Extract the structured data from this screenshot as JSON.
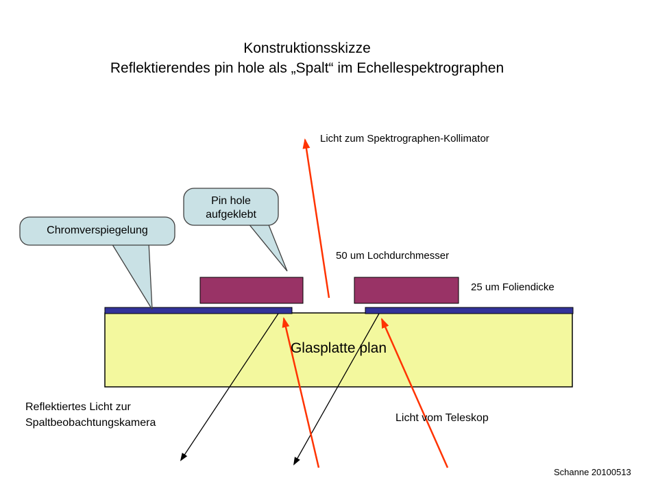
{
  "slide": {
    "title_line1": "Konstruktionsskizze",
    "title_line2": "Reflektierendes pin hole als „Spalt“ im Echellespektrographen",
    "credit": "Schanne 20100513"
  },
  "labels": {
    "collimator": "Licht zum Spektrographen-Kollimator",
    "hole_diameter": "50 um Lochdurchmesser",
    "foil_thickness": "25 um Foliendicke",
    "glass_plate": "Glasplatte plan",
    "reflected_light_line1": "Reflektiertes Licht zur",
    "reflected_light_line2": "Spaltbeobachtungskamera",
    "telescope_light": "Licht vom Teleskop"
  },
  "callouts": {
    "chrome_mirror": "Chromverspiegelung",
    "pinhole_line1": "Pin hole",
    "pinhole_line2": "aufgeklebt"
  },
  "colors": {
    "glass_plate_fill": "#F3F89E",
    "mirror_layer_fill": "#333399",
    "foil_fill": "#993366",
    "callout_fill": "#C9E1E5",
    "light_ray": "#FF3300",
    "reflected_ray": "#000000"
  }
}
